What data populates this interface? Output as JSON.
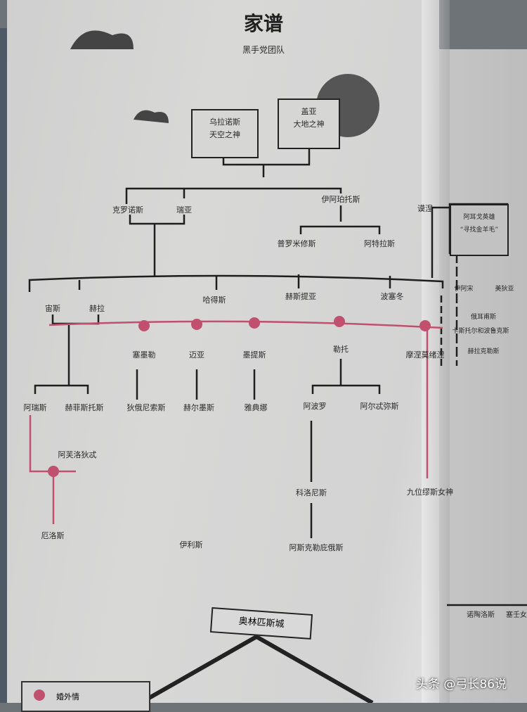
{
  "header": {
    "title": "家谱",
    "subtitle": "黑手党团队"
  },
  "gen1": {
    "uranus": [
      "乌拉诺斯",
      "天空之神"
    ],
    "gaia": [
      "盖亚",
      "大地之神"
    ]
  },
  "gen2": {
    "cronus": "克罗诺斯",
    "rhea": "瑞亚",
    "iapetus": "伊阿珀托斯",
    "mnemosyne_top": "谟涅"
  },
  "titans": {
    "prometheus": "普罗米修斯",
    "atlas": "阿特拉斯"
  },
  "gen3": {
    "zeus": "宙斯",
    "hera": "赫拉",
    "hades": "哈得斯",
    "hestia": "赫斯提亚",
    "poseidon": "波塞冬"
  },
  "affairs": [
    "塞墨勒",
    "迈亚",
    "墨提斯",
    "勒托",
    "摩涅莫绪涅"
  ],
  "gen4": {
    "ares": "阿瑞斯",
    "hephaestus": "赫菲斯托斯",
    "dionysus": "狄俄尼索斯",
    "hermes": "赫尔墨斯",
    "athena": "雅典娜",
    "apollo": "阿波罗",
    "artemis": "阿尔忒弥斯"
  },
  "others": {
    "aphrodite": "阿芙洛狄忒",
    "eros": "厄洛斯",
    "iris": "伊利斯",
    "coronis": "科洛尼斯",
    "asclepius": "阿斯克勒庇俄斯",
    "muses": "九位缪斯女神"
  },
  "banner": "奥林匹斯城",
  "legend": {
    "affair": "婚外情"
  },
  "right_page": {
    "argo_box": [
      "阿耳戈英雄",
      "“寻找金羊毛”"
    ],
    "jason": "伊阿宋",
    "medea": "美狄亚",
    "orpheus": "俄耳甫斯",
    "castor": "卡斯托尔和波鲁克斯",
    "heracles": "赫拉克勒斯",
    "minotaur": "诺陶洛斯",
    "siren": "塞壬女"
  },
  "watermark": "头条 @弓长86说",
  "colors": {
    "affair_line": "#c0506e",
    "line": "#1e1e1e"
  }
}
